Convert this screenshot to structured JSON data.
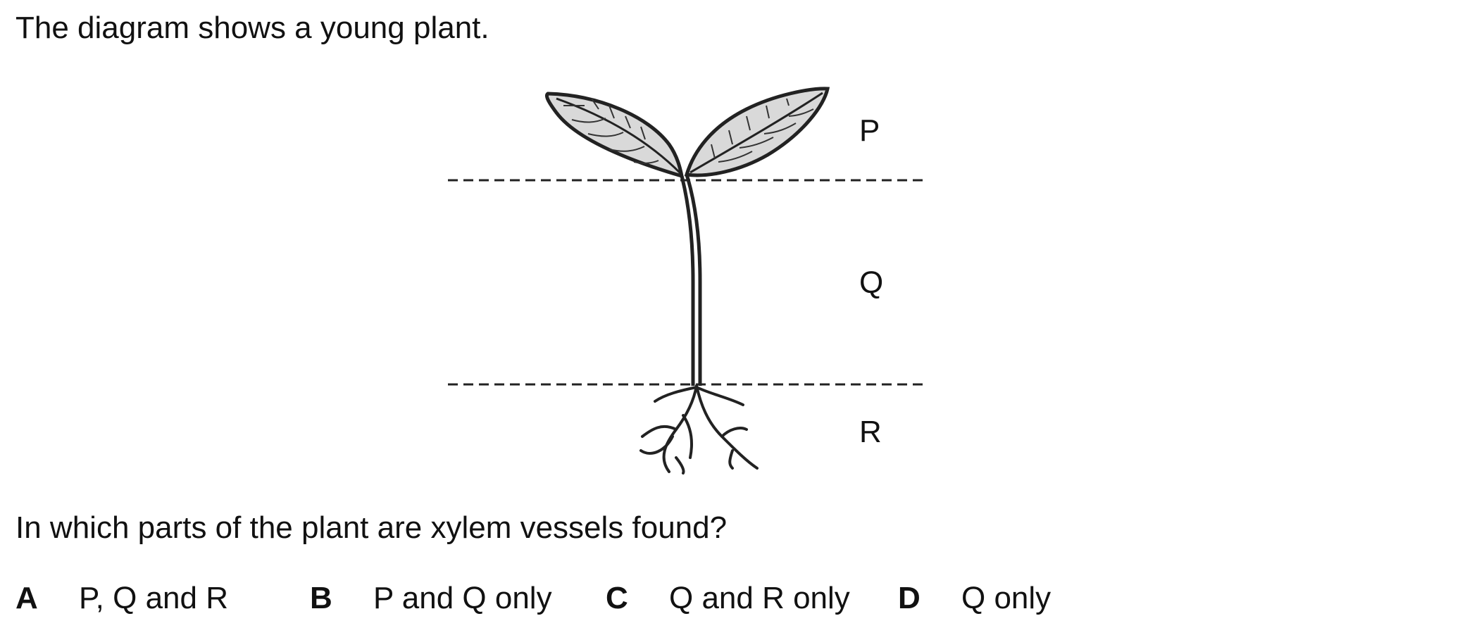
{
  "question": {
    "stem": "The diagram shows a young plant.",
    "prompt": "In which parts of the plant are xylem vessels found?"
  },
  "diagram": {
    "labels": {
      "p": "P",
      "q": "Q",
      "r": "R"
    }
  },
  "options": [
    {
      "key": "A",
      "text": "P, Q and R"
    },
    {
      "key": "B",
      "text": "P and Q only"
    },
    {
      "key": "C",
      "text": "Q and R only"
    },
    {
      "key": "D",
      "text": "Q only"
    }
  ],
  "colors": {
    "leaf_fill": "#d9d9d9",
    "ink": "#222222"
  }
}
